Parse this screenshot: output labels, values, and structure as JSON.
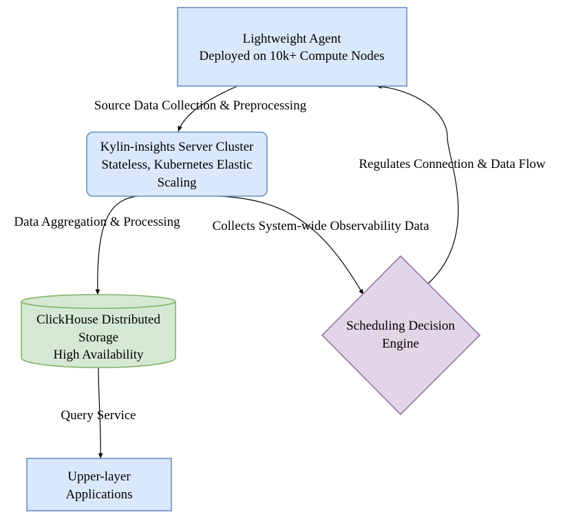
{
  "nodes": {
    "agent": {
      "line1": "Lightweight Agent",
      "line2": "Deployed on 10k+ Compute Nodes"
    },
    "server": {
      "line1": "Kylin-insights Server Cluster",
      "line2": "Stateless, Kubernetes Elastic",
      "line3": "Scaling"
    },
    "storage": {
      "line1": "ClickHouse Distributed",
      "line2": "Storage",
      "line3": "High Availability"
    },
    "engine": {
      "line1": "Scheduling Decision",
      "line2": "Engine"
    },
    "apps": {
      "line1": "Upper-layer",
      "line2": "Applications"
    }
  },
  "edges": {
    "agent_to_server": "Source Data Collection & Preprocessing",
    "server_to_storage": "Data Aggregation & Processing",
    "server_to_engine": "Collects System-wide Observability Data",
    "engine_to_agent": "Regulates Connection & Data Flow",
    "storage_to_apps": "Query Service"
  },
  "colors": {
    "blue_fill": "#dae8fc",
    "blue_stroke": "#6c8ebf",
    "green_fill": "#d5e8d4",
    "green_stroke": "#82b366",
    "purple_fill": "#e1d5e7",
    "purple_stroke": "#9673a6"
  }
}
